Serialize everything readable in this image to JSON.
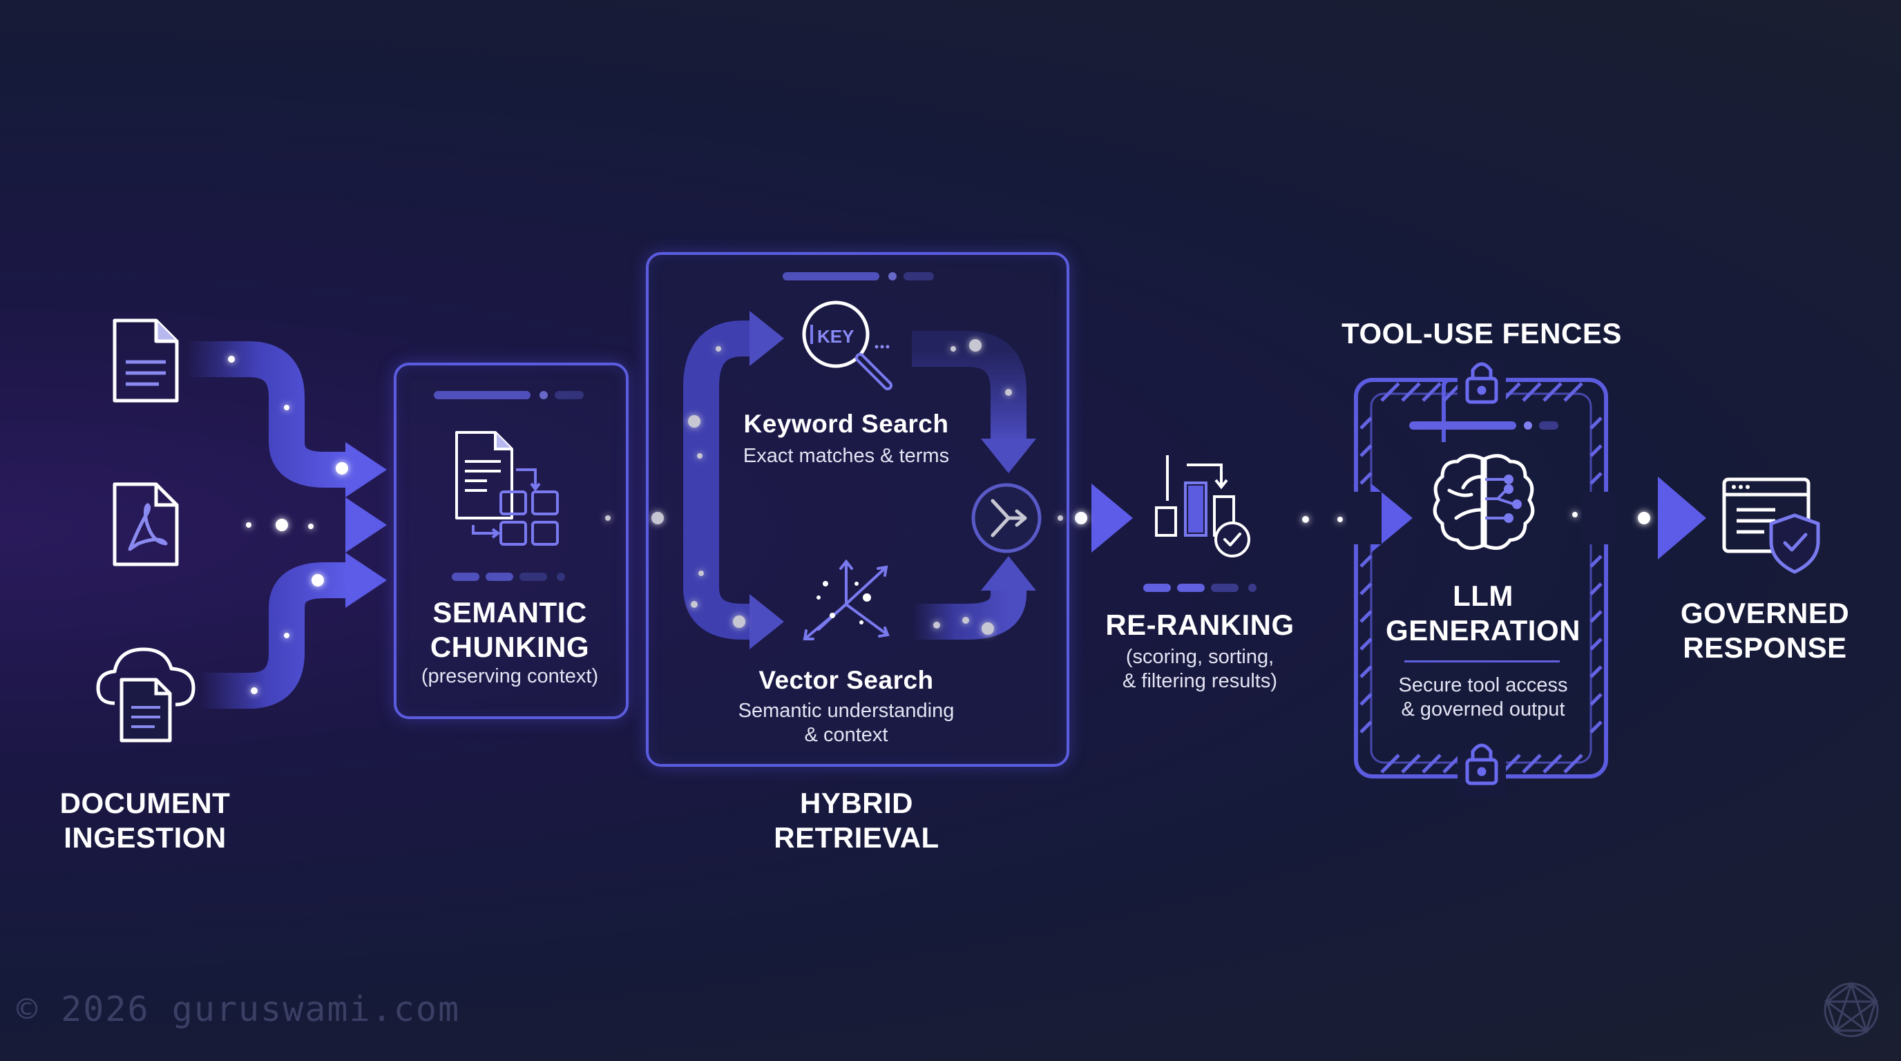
{
  "nodes": {
    "ingestion": {
      "title": "DOCUMENT\nINGESTION"
    },
    "chunking": {
      "title": "SEMANTIC\nCHUNKING",
      "subtitle": "(preserving context)"
    },
    "keyword": {
      "title": "Keyword Search",
      "subtitle": "Exact matches & terms",
      "icon_text": "KEY"
    },
    "vector": {
      "title": "Vector Search",
      "subtitle": "Semantic understanding\n& context"
    },
    "hybrid": {
      "title": "HYBRID\nRETRIEVAL"
    },
    "reranking": {
      "title": "RE-RANKING",
      "subtitle": "(scoring, sorting,\n& filtering results)"
    },
    "fences": {
      "title": "TOOL-USE FENCES"
    },
    "llm": {
      "title": "LLM\nGENERATION",
      "subtitle": "Secure tool access\n& governed output"
    },
    "response": {
      "title": "GOVERNED\nRESPONSE"
    }
  },
  "watermark": "© 2026 guruswami.com",
  "colors": {
    "accent": "#5c5ce0",
    "flow": "#4a4ad0",
    "text": "#ffffff",
    "background": "#1a1a40"
  },
  "icons": [
    "document-icon",
    "pdf-icon",
    "cloud-document-icon",
    "chunking-icon",
    "magnifier-key-icon",
    "vector-scatter-icon",
    "merge-icon",
    "ranking-chart-icon",
    "lock-icon",
    "brain-icon",
    "secure-response-icon",
    "network-logo-icon"
  ]
}
